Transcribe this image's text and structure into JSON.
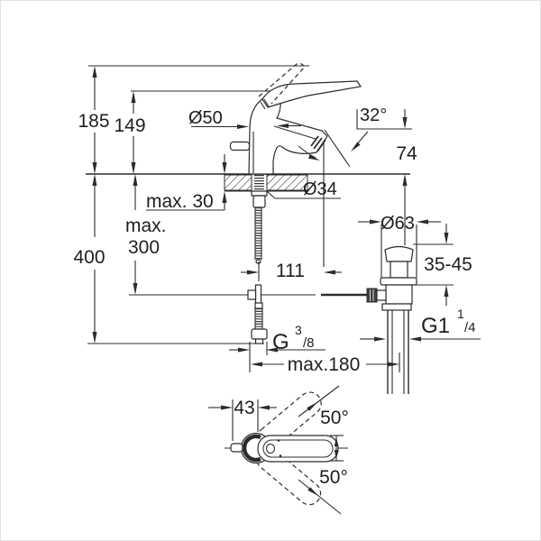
{
  "drawing": {
    "type": "technical dimensional drawing",
    "subject": "single-lever basin mixer with pop-up waste, side view and top view"
  },
  "colors": {
    "line": "#2b2b2b",
    "text": "#1e1e1e",
    "background": "#ffffff",
    "frame": "#e2e2e2"
  },
  "labels": {
    "total_height": "185",
    "spout_top_height": "149",
    "supply_length": "400",
    "pullrod_max_prefix": "max.",
    "pullrod_max_value": "300",
    "deck_thickness": "max. 30",
    "base_diameter": "Ø50",
    "aerator_angle": "32°",
    "outlet_height": "74",
    "mounting_hole_diameter": "Ø34",
    "waste_flange_diameter": "Ø63",
    "waste_height_range": "35-45",
    "spout_reach": "111",
    "supply_thread": {
      "g": "G",
      "sup": "3",
      "sub": "/8"
    },
    "linkage_reach": "max.180",
    "waste_thread": {
      "g": "G1",
      "sup": "1",
      "sub": "/4"
    },
    "spout_offset": "43",
    "handle_swing_up": "50°",
    "handle_swing_down": "50°"
  }
}
